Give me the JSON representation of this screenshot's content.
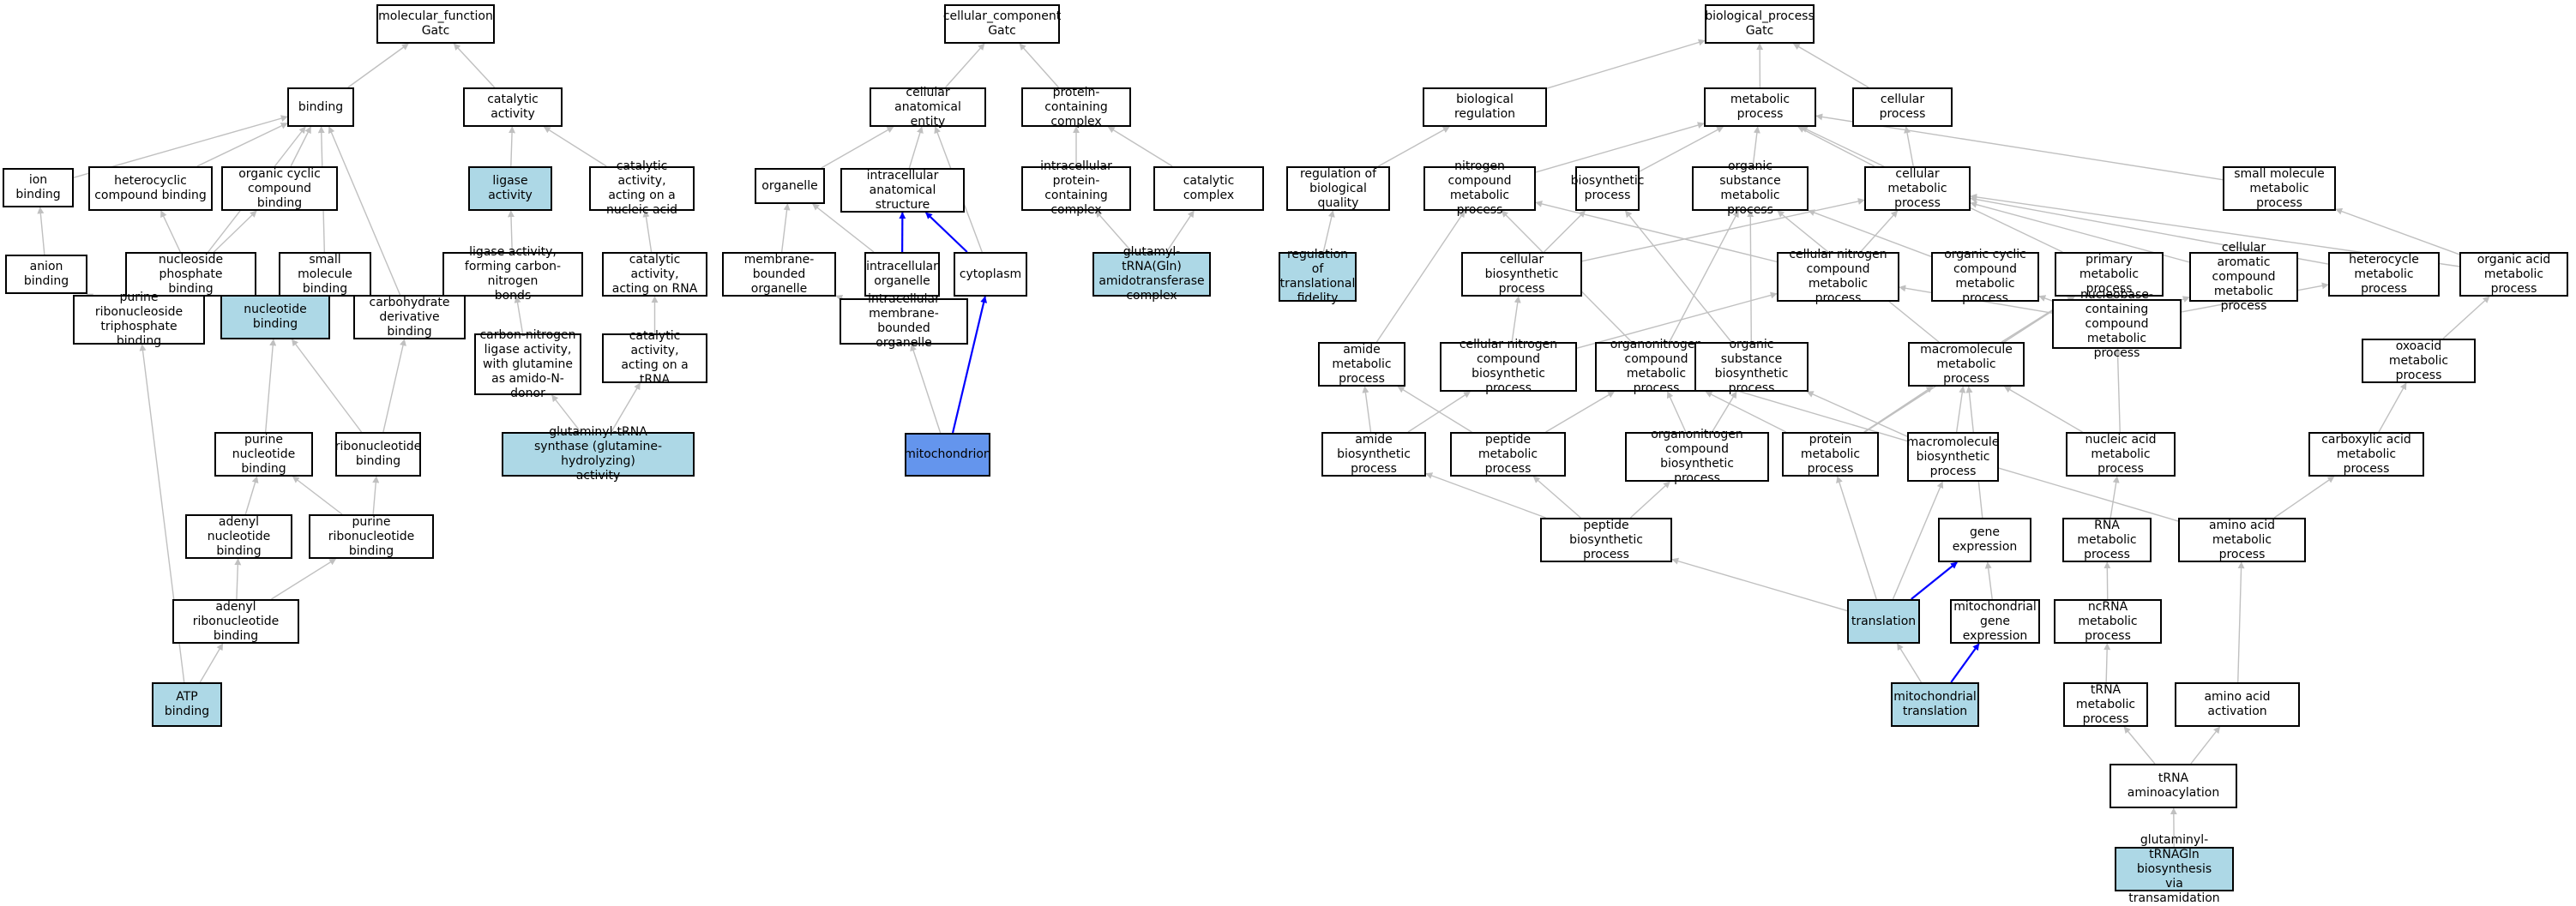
{
  "colors": {
    "default_fill": "#ffffff",
    "annotated_fill": "#add8e6",
    "focus_fill": "#6495ed",
    "edge_default": "#c0c0c0",
    "edge_highlight": "#0000ff",
    "border": "#000000"
  },
  "nodes": [
    {
      "id": "mf",
      "label": "molecular_function\nGatc",
      "fill": "default"
    },
    {
      "id": "binding",
      "label": "binding",
      "fill": "default"
    },
    {
      "id": "catalytic",
      "label": "catalytic activity",
      "fill": "default"
    },
    {
      "id": "ionb",
      "label": "ion binding",
      "fill": "default"
    },
    {
      "id": "hetcb",
      "label": "heterocyclic\ncompound binding",
      "fill": "default"
    },
    {
      "id": "orgcycb",
      "label": "organic cyclic\ncompound binding",
      "fill": "default"
    },
    {
      "id": "ligase",
      "label": "ligase activity",
      "fill": "annotated"
    },
    {
      "id": "catna",
      "label": "catalytic activity,\nacting on a\nnucleic acid",
      "fill": "default"
    },
    {
      "id": "anionb",
      "label": "anion binding",
      "fill": "default"
    },
    {
      "id": "nucphosb",
      "label": "nucleoside phosphate\nbinding",
      "fill": "default"
    },
    {
      "id": "smallmolb",
      "label": "small molecule\nbinding",
      "fill": "default"
    },
    {
      "id": "ligcn",
      "label": "ligase activity,\nforming carbon-nitrogen\nbonds",
      "fill": "default"
    },
    {
      "id": "catrna",
      "label": "catalytic activity,\nacting on RNA",
      "fill": "default"
    },
    {
      "id": "purrntpb",
      "label": "purine ribonucleoside\ntriphosphate\nbinding",
      "fill": "default"
    },
    {
      "id": "nucb",
      "label": "nucleotide binding",
      "fill": "annotated"
    },
    {
      "id": "carbob",
      "label": "carbohydrate\nderivative binding",
      "fill": "default"
    },
    {
      "id": "cnlig",
      "label": "carbon-nitrogen\nligase activity,\nwith glutamine\nas amido-N-donor",
      "fill": "default"
    },
    {
      "id": "cattrna",
      "label": "catalytic activity,\nacting on a\ntRNA",
      "fill": "default"
    },
    {
      "id": "purnucb",
      "label": "purine nucleotide\nbinding",
      "fill": "default"
    },
    {
      "id": "ribonucb",
      "label": "ribonucleotide\nbinding",
      "fill": "default"
    },
    {
      "id": "glusynth",
      "label": "glutaminyl-tRNA\nsynthase (glutamine-hydrolyzing)\nactivity",
      "fill": "annotated"
    },
    {
      "id": "adenucb",
      "label": "adenyl nucleotide\nbinding",
      "fill": "default"
    },
    {
      "id": "purribob",
      "label": "purine ribonucleotide\nbinding",
      "fill": "default"
    },
    {
      "id": "aderibob",
      "label": "adenyl ribonucleotide\nbinding",
      "fill": "default"
    },
    {
      "id": "atpb",
      "label": "ATP binding",
      "fill": "annotated"
    },
    {
      "id": "cc",
      "label": "cellular_component\nGatc",
      "fill": "default"
    },
    {
      "id": "cae",
      "label": "cellular anatomical\nentity",
      "fill": "default"
    },
    {
      "id": "pcc",
      "label": "protein-containing\ncomplex",
      "fill": "default"
    },
    {
      "id": "organelle",
      "label": "organelle",
      "fill": "default"
    },
    {
      "id": "ias",
      "label": "intracellular\nanatomical structure",
      "fill": "default"
    },
    {
      "id": "ipcc",
      "label": "intracellular\nprotein-containing\ncomplex",
      "fill": "default"
    },
    {
      "id": "catcomplex",
      "label": "catalytic complex",
      "fill": "default"
    },
    {
      "id": "mbo",
      "label": "membrane-bounded\norganelle",
      "fill": "default"
    },
    {
      "id": "io",
      "label": "intracellular\norganelle",
      "fill": "default"
    },
    {
      "id": "cytoplasm",
      "label": "cytoplasm",
      "fill": "default"
    },
    {
      "id": "gluamido",
      "label": "glutamyl-tRNA(Gln)\namidotransferase\ncomplex",
      "fill": "annotated"
    },
    {
      "id": "imbo",
      "label": "intracellular\nmembrane-bounded\norganelle",
      "fill": "default"
    },
    {
      "id": "mito",
      "label": "mitochondrion",
      "fill": "focus"
    },
    {
      "id": "bp",
      "label": "biological_process\nGatc",
      "fill": "default"
    },
    {
      "id": "bioreg",
      "label": "biological regulation",
      "fill": "default"
    },
    {
      "id": "metproc",
      "label": "metabolic process",
      "fill": "default"
    },
    {
      "id": "cellproc",
      "label": "cellular process",
      "fill": "default"
    },
    {
      "id": "regbq",
      "label": "regulation of\nbiological quality",
      "fill": "default"
    },
    {
      "id": "ncmp",
      "label": "nitrogen compound\nmetabolic process",
      "fill": "default"
    },
    {
      "id": "biosyn",
      "label": "biosynthetic\nprocess",
      "fill": "default"
    },
    {
      "id": "osmp",
      "label": "organic substance\nmetabolic process",
      "fill": "default"
    },
    {
      "id": "cmp",
      "label": "cellular metabolic\nprocess",
      "fill": "default"
    },
    {
      "id": "smmp",
      "label": "small molecule\nmetabolic process",
      "fill": "default"
    },
    {
      "id": "regtf",
      "label": "regulation of\ntranslational\nfidelity",
      "fill": "annotated"
    },
    {
      "id": "cbp",
      "label": "cellular biosynthetic\nprocess",
      "fill": "default"
    },
    {
      "id": "cncmp",
      "label": "cellular nitrogen\ncompound metabolic\nprocess",
      "fill": "default"
    },
    {
      "id": "occmp",
      "label": "organic cyclic\ncompound metabolic\nprocess",
      "fill": "default"
    },
    {
      "id": "pmp",
      "label": "primary metabolic\nprocess",
      "fill": "default"
    },
    {
      "id": "cacmp",
      "label": "cellular aromatic\ncompound metabolic\nprocess",
      "fill": "default"
    },
    {
      "id": "hmp",
      "label": "heterocycle\nmetabolic process",
      "fill": "default"
    },
    {
      "id": "oamp",
      "label": "organic acid\nmetabolic process",
      "fill": "default"
    },
    {
      "id": "amp",
      "label": "amide metabolic\nprocess",
      "fill": "default"
    },
    {
      "id": "cncbp",
      "label": "cellular nitrogen\ncompound biosynthetic\nprocess",
      "fill": "default"
    },
    {
      "id": "oncmp",
      "label": "organonitrogen\ncompound metabolic\nprocess",
      "fill": "default"
    },
    {
      "id": "osbp",
      "label": "organic substance\nbiosynthetic\nprocess",
      "fill": "default"
    },
    {
      "id": "mmp",
      "label": "macromolecule\nmetabolic process",
      "fill": "default"
    },
    {
      "id": "nbcmp",
      "label": "nucleobase-containing\ncompound metabolic\nprocess",
      "fill": "default"
    },
    {
      "id": "oxmp",
      "label": "oxoacid metabolic\nprocess",
      "fill": "default"
    },
    {
      "id": "abp",
      "label": "amide biosynthetic\nprocess",
      "fill": "default"
    },
    {
      "id": "pepmp",
      "label": "peptide metabolic\nprocess",
      "fill": "default"
    },
    {
      "id": "oncbp",
      "label": "organonitrogen\ncompound biosynthetic\nprocess",
      "fill": "default"
    },
    {
      "id": "protmp",
      "label": "protein metabolic\nprocess",
      "fill": "default"
    },
    {
      "id": "mbp",
      "label": "macromolecule\nbiosynthetic\nprocess",
      "fill": "default"
    },
    {
      "id": "namp",
      "label": "nucleic acid\nmetabolic process",
      "fill": "default"
    },
    {
      "id": "camp",
      "label": "carboxylic acid\nmetabolic process",
      "fill": "default"
    },
    {
      "id": "pbp",
      "label": "peptide biosynthetic\nprocess",
      "fill": "default"
    },
    {
      "id": "geneexp",
      "label": "gene expression",
      "fill": "default"
    },
    {
      "id": "rnamp",
      "label": "RNA metabolic\nprocess",
      "fill": "default"
    },
    {
      "id": "aamp",
      "label": "amino acid metabolic\nprocess",
      "fill": "default"
    },
    {
      "id": "translation",
      "label": "translation",
      "fill": "annotated"
    },
    {
      "id": "mitoge",
      "label": "mitochondrial\ngene expression",
      "fill": "default"
    },
    {
      "id": "ncrnamp",
      "label": "ncRNA metabolic\nprocess",
      "fill": "default"
    },
    {
      "id": "mitotrans",
      "label": "mitochondrial\ntranslation",
      "fill": "annotated"
    },
    {
      "id": "trnamp",
      "label": "tRNA metabolic\nprocess",
      "fill": "default"
    },
    {
      "id": "aaact",
      "label": "amino acid activation",
      "fill": "default"
    },
    {
      "id": "trnaaa",
      "label": "tRNA aminoacylation",
      "fill": "default"
    },
    {
      "id": "glutrna",
      "label": "glutaminyl-tRNAGln\nbiosynthesis\nvia transamidation",
      "fill": "annotated"
    }
  ],
  "edges": [
    {
      "from": "binding",
      "to": "mf",
      "style": "default"
    },
    {
      "from": "catalytic",
      "to": "mf",
      "style": "default"
    },
    {
      "from": "ionb",
      "to": "binding",
      "style": "default"
    },
    {
      "from": "hetcb",
      "to": "binding",
      "style": "default"
    },
    {
      "from": "orgcycb",
      "to": "binding",
      "style": "default"
    },
    {
      "from": "smallmolb",
      "to": "binding",
      "style": "default"
    },
    {
      "from": "carbob",
      "to": "binding",
      "style": "default"
    },
    {
      "from": "nucphosb",
      "to": "binding",
      "style": "default"
    },
    {
      "from": "ligase",
      "to": "catalytic",
      "style": "default"
    },
    {
      "from": "catna",
      "to": "catalytic",
      "style": "default"
    },
    {
      "from": "anionb",
      "to": "ionb",
      "style": "default"
    },
    {
      "from": "nucphosb",
      "to": "hetcb",
      "style": "default"
    },
    {
      "from": "nucphosb",
      "to": "orgcycb",
      "style": "default"
    },
    {
      "from": "ligcn",
      "to": "ligase",
      "style": "default"
    },
    {
      "from": "catrna",
      "to": "catna",
      "style": "default"
    },
    {
      "from": "purrntpb",
      "to": "anionb",
      "style": "default"
    },
    {
      "from": "purrntpb",
      "to": "nucphosb",
      "style": "default"
    },
    {
      "from": "nucb",
      "to": "nucphosb",
      "style": "default"
    },
    {
      "from": "nucb",
      "to": "smallmolb",
      "style": "default"
    },
    {
      "from": "cnlig",
      "to": "ligcn",
      "style": "default"
    },
    {
      "from": "cattrna",
      "to": "catrna",
      "style": "default"
    },
    {
      "from": "purnucb",
      "to": "nucb",
      "style": "default"
    },
    {
      "from": "ribonucb",
      "to": "nucb",
      "style": "default"
    },
    {
      "from": "ribonucb",
      "to": "carbob",
      "style": "default"
    },
    {
      "from": "glusynth",
      "to": "cnlig",
      "style": "default"
    },
    {
      "from": "glusynth",
      "to": "cattrna",
      "style": "default"
    },
    {
      "from": "adenucb",
      "to": "purnucb",
      "style": "default"
    },
    {
      "from": "purribob",
      "to": "purnucb",
      "style": "default"
    },
    {
      "from": "purribob",
      "to": "ribonucb",
      "style": "default"
    },
    {
      "from": "aderibob",
      "to": "adenucb",
      "style": "default"
    },
    {
      "from": "aderibob",
      "to": "purribob",
      "style": "default"
    },
    {
      "from": "atpb",
      "to": "aderibob",
      "style": "default"
    },
    {
      "from": "atpb",
      "to": "purrntpb",
      "style": "default"
    },
    {
      "from": "cae",
      "to": "cc",
      "style": "default"
    },
    {
      "from": "pcc",
      "to": "cc",
      "style": "default"
    },
    {
      "from": "organelle",
      "to": "cae",
      "style": "default"
    },
    {
      "from": "ias",
      "to": "cae",
      "style": "default"
    },
    {
      "from": "cytoplasm",
      "to": "cae",
      "style": "default"
    },
    {
      "from": "ipcc",
      "to": "pcc",
      "style": "default"
    },
    {
      "from": "catcomplex",
      "to": "pcc",
      "style": "default"
    },
    {
      "from": "mbo",
      "to": "organelle",
      "style": "default"
    },
    {
      "from": "io",
      "to": "organelle",
      "style": "default"
    },
    {
      "from": "io",
      "to": "ias",
      "style": "highlight"
    },
    {
      "from": "cytoplasm",
      "to": "ias",
      "style": "highlight"
    },
    {
      "from": "gluamido",
      "to": "ipcc",
      "style": "default"
    },
    {
      "from": "gluamido",
      "to": "catcomplex",
      "style": "default"
    },
    {
      "from": "imbo",
      "to": "mbo",
      "style": "default"
    },
    {
      "from": "imbo",
      "to": "io",
      "style": "default"
    },
    {
      "from": "mito",
      "to": "imbo",
      "style": "default"
    },
    {
      "from": "mito",
      "to": "cytoplasm",
      "style": "highlight"
    },
    {
      "from": "bioreg",
      "to": "bp",
      "style": "default"
    },
    {
      "from": "metproc",
      "to": "bp",
      "style": "default"
    },
    {
      "from": "cellproc",
      "to": "bp",
      "style": "default"
    },
    {
      "from": "regbq",
      "to": "bioreg",
      "style": "default"
    },
    {
      "from": "ncmp",
      "to": "metproc",
      "style": "default"
    },
    {
      "from": "biosyn",
      "to": "metproc",
      "style": "default"
    },
    {
      "from": "osmp",
      "to": "metproc",
      "style": "default"
    },
    {
      "from": "cmp",
      "to": "metproc",
      "style": "default"
    },
    {
      "from": "cmp",
      "to": "cellproc",
      "style": "default"
    },
    {
      "from": "smmp",
      "to": "metproc",
      "style": "default"
    },
    {
      "from": "regtf",
      "to": "regbq",
      "style": "default"
    },
    {
      "from": "cbp",
      "to": "biosyn",
      "style": "default"
    },
    {
      "from": "cbp",
      "to": "cmp",
      "style": "default"
    },
    {
      "from": "cncmp",
      "to": "ncmp",
      "style": "default"
    },
    {
      "from": "cncmp",
      "to": "cmp",
      "style": "default"
    },
    {
      "from": "occmp",
      "to": "osmp",
      "style": "default"
    },
    {
      "from": "pmp",
      "to": "metproc",
      "style": "default"
    },
    {
      "from": "cacmp",
      "to": "cmp",
      "style": "default"
    },
    {
      "from": "hmp",
      "to": "cmp",
      "style": "default"
    },
    {
      "from": "oamp",
      "to": "cmp",
      "style": "default"
    },
    {
      "from": "oamp",
      "to": "smmp",
      "style": "default"
    },
    {
      "from": "amp",
      "to": "ncmp",
      "style": "default"
    },
    {
      "from": "cncbp",
      "to": "cbp",
      "style": "default"
    },
    {
      "from": "cncbp",
      "to": "cncmp",
      "style": "default"
    },
    {
      "from": "oncmp",
      "to": "ncmp",
      "style": "default"
    },
    {
      "from": "oncmp",
      "to": "osmp",
      "style": "default"
    },
    {
      "from": "osbp",
      "to": "biosyn",
      "style": "default"
    },
    {
      "from": "osbp",
      "to": "osmp",
      "style": "default"
    },
    {
      "from": "mmp",
      "to": "osmp",
      "style": "default"
    },
    {
      "from": "mmp",
      "to": "pmp",
      "style": "default"
    },
    {
      "from": "nbcmp",
      "to": "cncmp",
      "style": "default"
    },
    {
      "from": "nbcmp",
      "to": "occmp",
      "style": "default"
    },
    {
      "from": "nbcmp",
      "to": "cacmp",
      "style": "default"
    },
    {
      "from": "nbcmp",
      "to": "hmp",
      "style": "default"
    },
    {
      "from": "nbcmp",
      "to": "pmp",
      "style": "default"
    },
    {
      "from": "oxmp",
      "to": "oamp",
      "style": "default"
    },
    {
      "from": "abp",
      "to": "amp",
      "style": "default"
    },
    {
      "from": "abp",
      "to": "cncbp",
      "style": "default"
    },
    {
      "from": "pepmp",
      "to": "amp",
      "style": "default"
    },
    {
      "from": "pepmp",
      "to": "oncmp",
      "style": "default"
    },
    {
      "from": "oncbp",
      "to": "oncmp",
      "style": "default"
    },
    {
      "from": "oncbp",
      "to": "osbp",
      "style": "default"
    },
    {
      "from": "protmp",
      "to": "oncmp",
      "style": "default"
    },
    {
      "from": "protmp",
      "to": "mmp",
      "style": "default"
    },
    {
      "from": "protmp",
      "to": "pmp",
      "style": "default"
    },
    {
      "from": "mbp",
      "to": "osbp",
      "style": "default"
    },
    {
      "from": "mbp",
      "to": "mmp",
      "style": "default"
    },
    {
      "from": "namp",
      "to": "nbcmp",
      "style": "default"
    },
    {
      "from": "namp",
      "to": "mmp",
      "style": "default"
    },
    {
      "from": "camp",
      "to": "oxmp",
      "style": "default"
    },
    {
      "from": "pbp",
      "to": "abp",
      "style": "default"
    },
    {
      "from": "pbp",
      "to": "pepmp",
      "style": "default"
    },
    {
      "from": "pbp",
      "to": "oncbp",
      "style": "default"
    },
    {
      "from": "geneexp",
      "to": "mmp",
      "style": "default"
    },
    {
      "from": "rnamp",
      "to": "namp",
      "style": "default"
    },
    {
      "from": "aamp",
      "to": "camp",
      "style": "default"
    },
    {
      "from": "aamp",
      "to": "oncmp",
      "style": "default"
    },
    {
      "from": "translation",
      "to": "pbp",
      "style": "default"
    },
    {
      "from": "translation",
      "to": "protmp",
      "style": "default"
    },
    {
      "from": "translation",
      "to": "mbp",
      "style": "default"
    },
    {
      "from": "translation",
      "to": "geneexp",
      "style": "highlight"
    },
    {
      "from": "mitoge",
      "to": "geneexp",
      "style": "default"
    },
    {
      "from": "ncrnamp",
      "to": "rnamp",
      "style": "default"
    },
    {
      "from": "mitotrans",
      "to": "translation",
      "style": "default"
    },
    {
      "from": "mitotrans",
      "to": "mitoge",
      "style": "highlight"
    },
    {
      "from": "trnamp",
      "to": "ncrnamp",
      "style": "default"
    },
    {
      "from": "aaact",
      "to": "aamp",
      "style": "default"
    },
    {
      "from": "trnaaa",
      "to": "trnamp",
      "style": "default"
    },
    {
      "from": "trnaaa",
      "to": "aaact",
      "style": "default"
    },
    {
      "from": "glutrna",
      "to": "trnaaa",
      "style": "default"
    }
  ]
}
